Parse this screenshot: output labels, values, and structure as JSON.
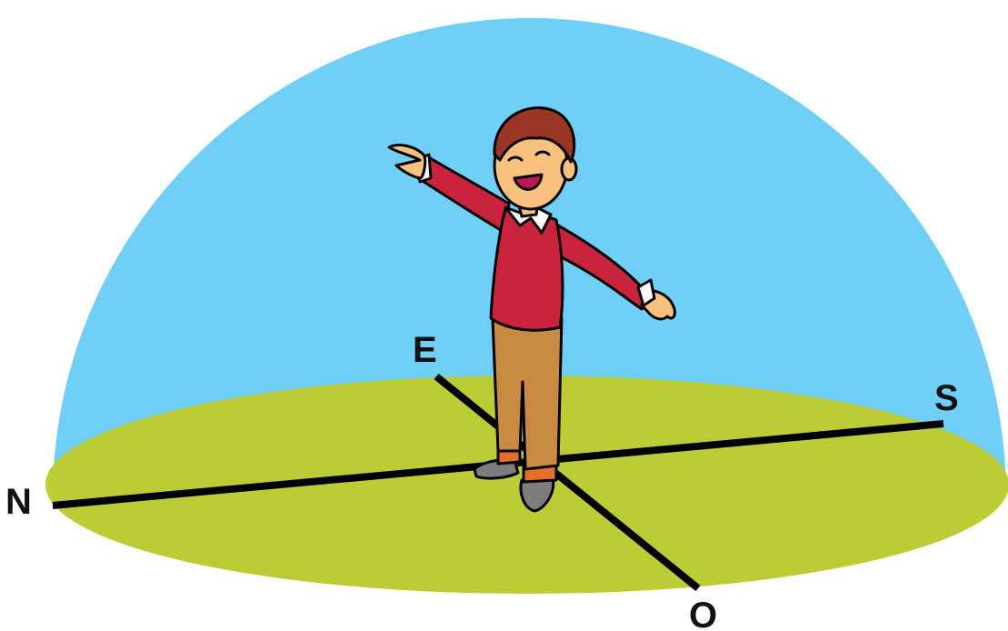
{
  "labels": {
    "north": "N",
    "south": "S",
    "east": "E",
    "west": "O"
  },
  "colors": {
    "sky": "#6fcff7",
    "ground": "#bdcc35",
    "lines": "#000000",
    "sweater": "#c9243f",
    "collar": "#ffffff",
    "trousers": "#c98a42",
    "skin": "#f8c27e",
    "hair": "#9b3524",
    "shoes": "#7d7d7d",
    "socks": "#e5702a"
  },
  "icons": {
    "figure": "boy-pointing-icon"
  }
}
